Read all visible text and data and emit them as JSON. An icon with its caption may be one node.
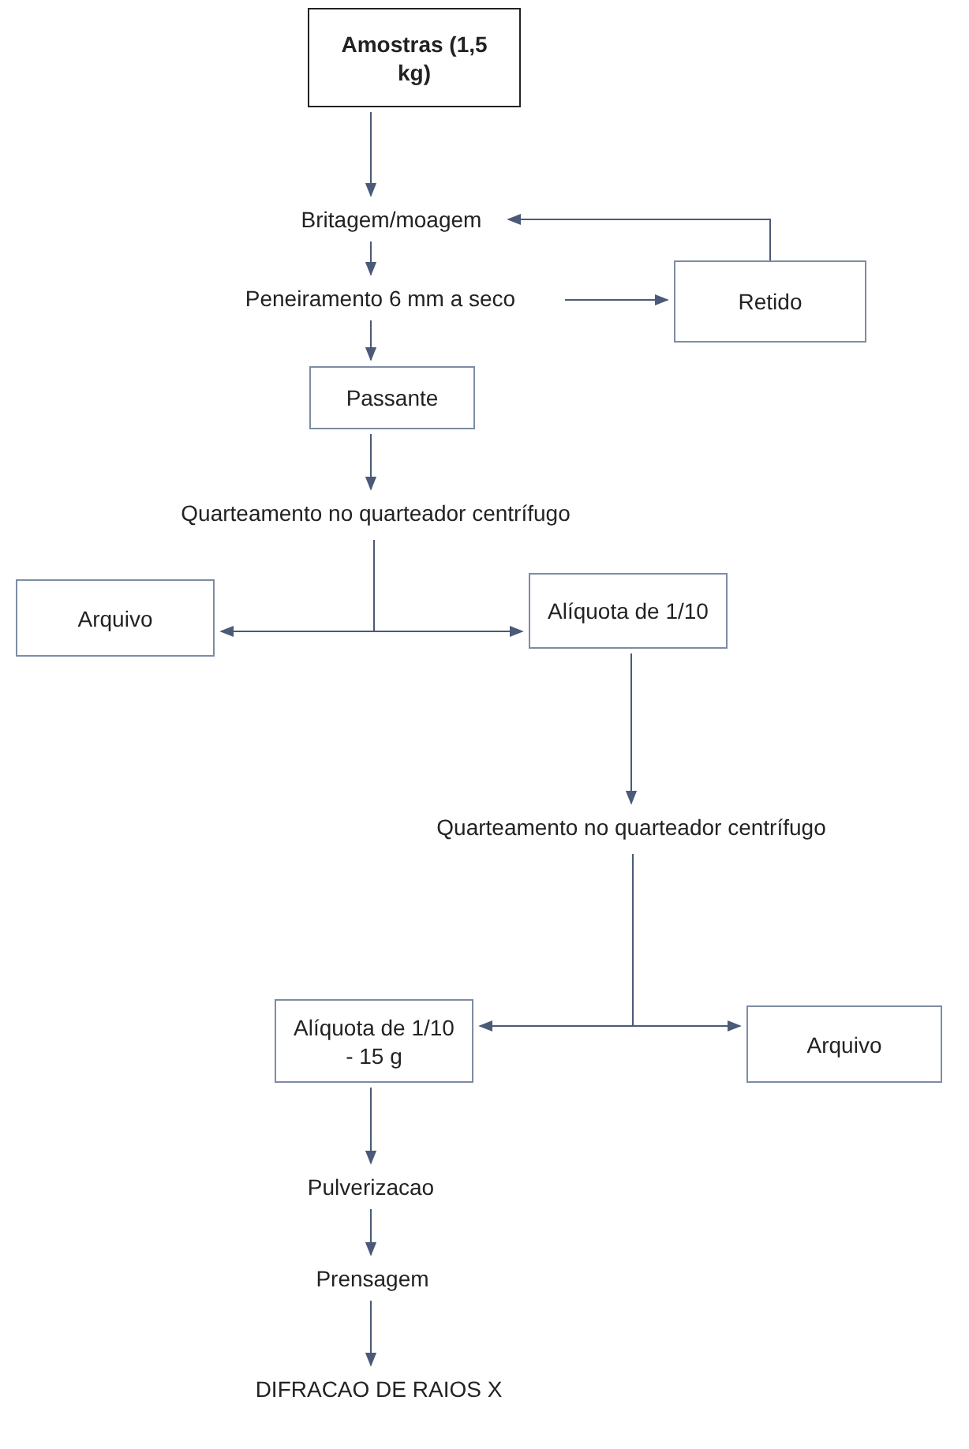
{
  "diagram": {
    "nodes": [
      {
        "text": [
          "Amostras (1,5 kg)"
        ]
      },
      {
        "text": [
          "Britagem/moagem"
        ]
      },
      {
        "text": [
          "Peneiramento 6 mm a seco"
        ]
      },
      {
        "text": [
          "Retido"
        ]
      },
      {
        "text": [
          "Passante"
        ]
      },
      {
        "text": [
          "Quarteamento no quarteador centrífugo"
        ]
      },
      {
        "text": [
          "Arquivo"
        ]
      },
      {
        "text": [
          "Alíquota de 1/10"
        ]
      },
      {
        "text": [
          "Quarteamento no quarteador centrífugo"
        ]
      },
      {
        "text": [
          "Alíquota de 1/10 - 15 g"
        ]
      },
      {
        "text": [
          "Arquivo"
        ]
      },
      {
        "text": [
          "Pulverizacao"
        ]
      },
      {
        "text": [
          "Prensagem"
        ]
      },
      {
        "text": [
          "DIFRACAO DE RAIOS X"
        ]
      }
    ],
    "edges": [
      {
        "from": 0,
        "to": 1,
        "arrow": "to"
      },
      {
        "from": 1,
        "to": 2,
        "arrow": "to"
      },
      {
        "from": 2,
        "to": 3,
        "arrow": "to"
      },
      {
        "from": 3,
        "to": 1,
        "arrow": "to"
      },
      {
        "from": 2,
        "to": 4,
        "arrow": "to"
      },
      {
        "from": 4,
        "to": 5,
        "arrow": "to"
      },
      {
        "from": 5,
        "to": 6,
        "arrow": "to"
      },
      {
        "from": 5,
        "to": 7,
        "arrow": "to"
      },
      {
        "from": 7,
        "to": 8,
        "arrow": "to"
      },
      {
        "from": 8,
        "to": 9,
        "arrow": "to"
      },
      {
        "from": 8,
        "to": 10,
        "arrow": "to"
      },
      {
        "from": 9,
        "to": 11,
        "arrow": "to"
      },
      {
        "from": 11,
        "to": 12,
        "arrow": "to"
      },
      {
        "from": 12,
        "to": 13,
        "arrow": "to"
      }
    ]
  }
}
